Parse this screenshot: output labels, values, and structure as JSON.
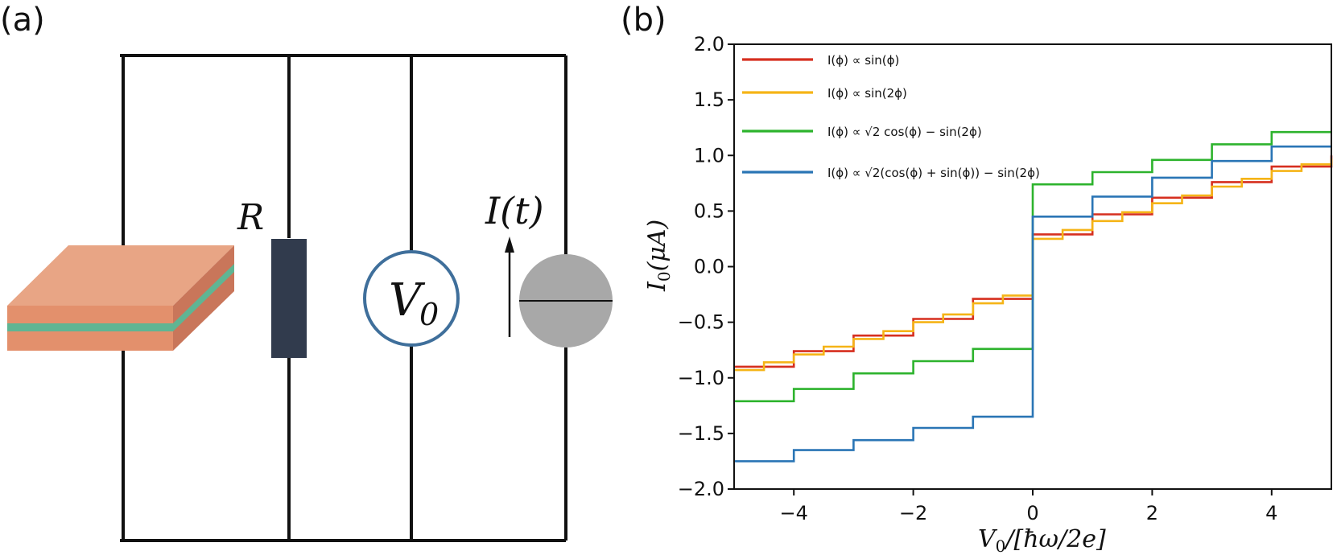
{
  "panel_a": {
    "label": "(a)",
    "resistor_label": "R",
    "voltmeter_label": "V",
    "voltmeter_sub": "0",
    "source_label": "I(t)",
    "colors": {
      "copper": "#e3906c",
      "copper_top": "#e8a585",
      "copper_side": "#c9765a",
      "barrier": "#5fb593",
      "resistor": "#313b4d",
      "voltmeter_ring": "#3f6f9b",
      "source_fill": "#a8a8a8"
    }
  },
  "panel_b": {
    "label": "(b)"
  },
  "chart_data": {
    "type": "line",
    "xlabel": "V_0/[ħω/2e]",
    "xlabel_main": "V",
    "xlabel_sub": "0",
    "xlabel_rest": "/[ħω/2e]",
    "ylabel": "I_0(μA)",
    "ylabel_main": "I",
    "ylabel_sub": "0",
    "ylabel_rest": "(μA)",
    "xlim": [
      -5,
      5
    ],
    "ylim": [
      -2.0,
      2.0
    ],
    "x_ticks": [
      -4,
      -2,
      0,
      2,
      4
    ],
    "x_tick_labels": [
      "−4",
      "−2",
      "0",
      "2",
      "4"
    ],
    "y_ticks": [
      2.0,
      1.5,
      1.0,
      0.5,
      0.0,
      -0.5,
      -1.0,
      -1.5,
      -2.0
    ],
    "y_tick_labels": [
      "2.0",
      "1.5",
      "1.0",
      "0.5",
      "0.0",
      "−0.5",
      "−1.0",
      "−1.5",
      "−2.0"
    ],
    "grid": false,
    "legend_position": "top-left",
    "series": [
      {
        "name": "I(ϕ) ∝ sin(ϕ)",
        "color": "#d62f1f",
        "steps": [
          {
            "x": -5,
            "y": -0.9
          },
          {
            "x": -4,
            "y": -0.76
          },
          {
            "x": -3,
            "y": -0.62
          },
          {
            "x": -2,
            "y": -0.47
          },
          {
            "x": -1,
            "y": -0.29
          },
          {
            "x": 0,
            "y": 0.29
          },
          {
            "x": 1,
            "y": 0.47
          },
          {
            "x": 2,
            "y": 0.62
          },
          {
            "x": 3,
            "y": 0.76
          },
          {
            "x": 4,
            "y": 0.9
          },
          {
            "x": 5,
            "y": 1.0
          }
        ]
      },
      {
        "name": "I(ϕ) ∝ sin(2ϕ)",
        "color": "#f5b417",
        "steps": [
          {
            "x": -5,
            "y": -0.93
          },
          {
            "x": -4.5,
            "y": -0.86
          },
          {
            "x": -4,
            "y": -0.79
          },
          {
            "x": -3.5,
            "y": -0.72
          },
          {
            "x": -3,
            "y": -0.65
          },
          {
            "x": -2.5,
            "y": -0.58
          },
          {
            "x": -2,
            "y": -0.5
          },
          {
            "x": -1.5,
            "y": -0.43
          },
          {
            "x": -1,
            "y": -0.33
          },
          {
            "x": -0.5,
            "y": -0.26
          },
          {
            "x": 0,
            "y": 0.25
          },
          {
            "x": 0.5,
            "y": 0.33
          },
          {
            "x": 1,
            "y": 0.41
          },
          {
            "x": 1.5,
            "y": 0.49
          },
          {
            "x": 2,
            "y": 0.57
          },
          {
            "x": 2.5,
            "y": 0.64
          },
          {
            "x": 3,
            "y": 0.72
          },
          {
            "x": 3.5,
            "y": 0.79
          },
          {
            "x": 4,
            "y": 0.86
          },
          {
            "x": 4.5,
            "y": 0.92
          },
          {
            "x": 5,
            "y": 0.97
          }
        ]
      },
      {
        "name": "I(ϕ) ∝ √2 cos(ϕ) − sin(2ϕ)",
        "color": "#2db32d",
        "steps": [
          {
            "x": -5,
            "y": -1.21
          },
          {
            "x": -4,
            "y": -1.1
          },
          {
            "x": -3,
            "y": -0.96
          },
          {
            "x": -2,
            "y": -0.85
          },
          {
            "x": -1,
            "y": -0.74
          },
          {
            "x": 0,
            "y": 0.74
          },
          {
            "x": 1,
            "y": 0.85
          },
          {
            "x": 2,
            "y": 0.96
          },
          {
            "x": 3,
            "y": 1.1
          },
          {
            "x": 4,
            "y": 1.21
          }
        ]
      },
      {
        "name": "I(ϕ) ∝ √2(cos(ϕ) + sin(ϕ)) − sin(2ϕ)",
        "color": "#2a75b5",
        "steps": [
          {
            "x": -5,
            "y": -1.75
          },
          {
            "x": -4,
            "y": -1.65
          },
          {
            "x": -3,
            "y": -1.56
          },
          {
            "x": -2,
            "y": -1.45
          },
          {
            "x": -1,
            "y": -1.35
          },
          {
            "x": 0,
            "y": 0.45
          },
          {
            "x": 1,
            "y": 0.63
          },
          {
            "x": 2,
            "y": 0.8
          },
          {
            "x": 3,
            "y": 0.95
          },
          {
            "x": 4,
            "y": 1.08
          }
        ]
      }
    ]
  }
}
